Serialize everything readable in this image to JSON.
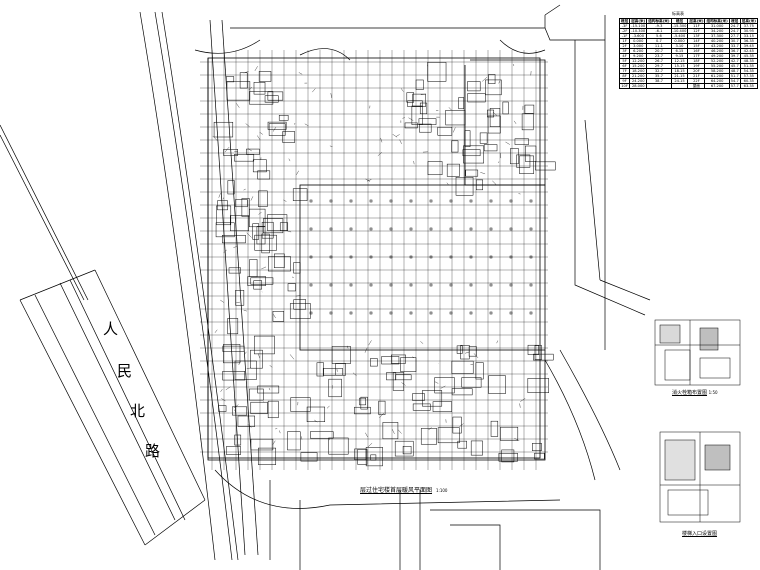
{
  "drawing": {
    "main_title": "层过住宅楼首层暖风平面图",
    "main_scale": "1:100",
    "road_chars": [
      "人",
      "民",
      "北",
      "路"
    ],
    "inset1_title": "消火栓箱布置图",
    "inset1_scale": "1:50",
    "inset2_title": "楼梯入口设置图"
  },
  "elevation_table": {
    "title": "标高表",
    "headers": [
      "楼层",
      "层高(米)",
      "结构标高(米)",
      "楼层",
      "层高(米)",
      "结构标高(米)",
      "楼层",
      "层高(米)"
    ],
    "rows": [
      [
        "-3F",
        "-15.100",
        "-9.3",
        "-15.300",
        "11F",
        "31.000",
        "24.7",
        "37.75"
      ],
      [
        "-2F",
        "-10.300",
        "-6.1",
        "-10.400",
        "12F",
        "34.200",
        "24.7",
        "30.95"
      ],
      [
        "-1F",
        "-3.600",
        "5.6",
        "-5.400",
        "13F",
        "37.300",
        "27.7",
        "33.15"
      ],
      [
        "1F",
        "0.000",
        "0.7",
        "0.000",
        "14F",
        "40.200",
        "30.7",
        "36.35"
      ],
      [
        "2F",
        "3.000",
        "11.1",
        "3.10",
        "15F",
        "43.200",
        "33.7",
        "39.45"
      ],
      [
        "3F",
        "6.200",
        "20.7",
        "6.15",
        "16F",
        "46.200",
        "36.7",
        "42.45"
      ],
      [
        "4F",
        "9.200",
        "23.7",
        "9.15",
        "17F",
        "49.200",
        "39.7",
        "45.35"
      ],
      [
        "5F",
        "12.200",
        "26.7",
        "12.15",
        "18F",
        "52.200",
        "42.7",
        "48.35"
      ],
      [
        "6F",
        "15.200",
        "29.7",
        "15.15",
        "19F",
        "55.200",
        "45.7",
        "51.35"
      ],
      [
        "7F",
        "18.200",
        "32.7",
        "18.15",
        "20F",
        "58.200",
        "48.7",
        "54.35"
      ],
      [
        "8F",
        "21.200",
        "35.7",
        "21.15",
        "21F",
        "61.200",
        "51.7",
        "57.35"
      ],
      [
        "9F",
        "24.200",
        "38.7",
        "24.15",
        "22F",
        "64.200",
        "54.7",
        "60.35"
      ],
      [
        "10F",
        "28.000",
        "",
        "",
        "屋面",
        "67.200",
        "57.7",
        "63.35"
      ]
    ]
  },
  "colors": {
    "line": "#000000",
    "paper": "#ffffff"
  }
}
